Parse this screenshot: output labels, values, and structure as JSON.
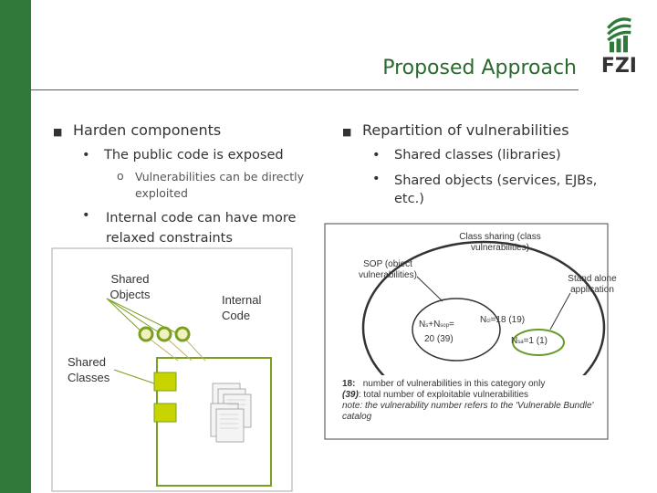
{
  "slide": {
    "title": "Proposed Approach",
    "logo_text": "FZI",
    "left": {
      "bullet1": "Harden components",
      "sub1": "The public code is exposed",
      "subsub1": "Vulnerabilities can be directly exploited",
      "sub2": "Internal code can have more relaxed constraints"
    },
    "right": {
      "bullet1": "Repartition of vulnerabilities",
      "sub1": "Shared classes (libraries)",
      "sub2": "Shared objects (services, EJBs, etc.)"
    }
  },
  "left_diagram": {
    "shared_objects": "Shared Objects",
    "internal_code": "Internal Code",
    "shared_classes": "Shared Classes"
  },
  "right_diagram": {
    "class_sharing": "Class sharing (class vulnerabilities)",
    "sop": "SOP (object vulnerabilities)",
    "stand_alone": "Stand alone application",
    "nsop_label": "N",
    "ncl_value": "=18 (19)",
    "nsa_value": "=1 (1)",
    "sum_value": "20 (39)",
    "legend_line1_bold": "18:",
    "legend_line1": "number of vulnerabilities in this category only",
    "legend_line2_bold": "(39)",
    "legend_line2": ": total number of exploitable vulnerabilities",
    "legend_line3": "note: the vulnerability number refers to the 'Vulnerable Bundle' catalog"
  }
}
